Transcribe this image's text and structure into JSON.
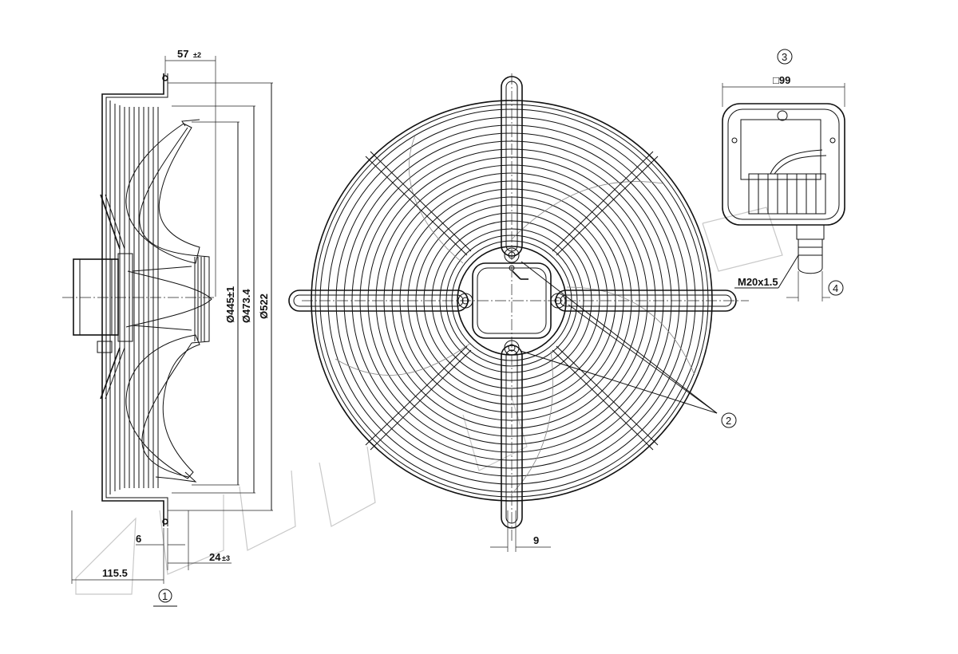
{
  "drawing": {
    "side_view": {
      "dim_top_offset": "57",
      "dim_top_offset_tol": "±2",
      "dim_bracket_thickness": "6",
      "dim_hub_offset": "24",
      "dim_hub_offset_tol": "±3",
      "dim_overall_depth": "115.5",
      "diameters": [
        "Ø445±1",
        "Ø473.4",
        "Ø522"
      ],
      "callout": "1"
    },
    "front_view": {
      "dim_guard_rod": "9",
      "callout": "2"
    },
    "terminal_box": {
      "callout": "3",
      "dim_size": "□99",
      "gland_label": "M20x1.5",
      "callout_gland": "4"
    }
  }
}
